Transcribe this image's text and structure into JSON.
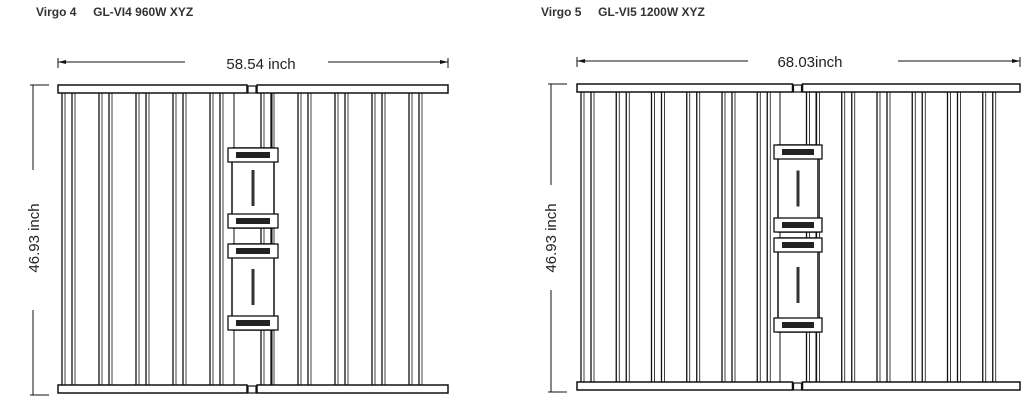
{
  "fixtures": [
    {
      "model": "Virgo 4",
      "code": "GL-VI4 960W XYZ",
      "width_label": "58.54 inch",
      "height_label": "46.93 inch",
      "bars_per_half": 5
    },
    {
      "model": "Virgo 5",
      "code": "GL-VI5 1200W XYZ",
      "width_label": "68.03inch",
      "height_label": "46.93 inch",
      "bars_per_half": 6
    }
  ]
}
